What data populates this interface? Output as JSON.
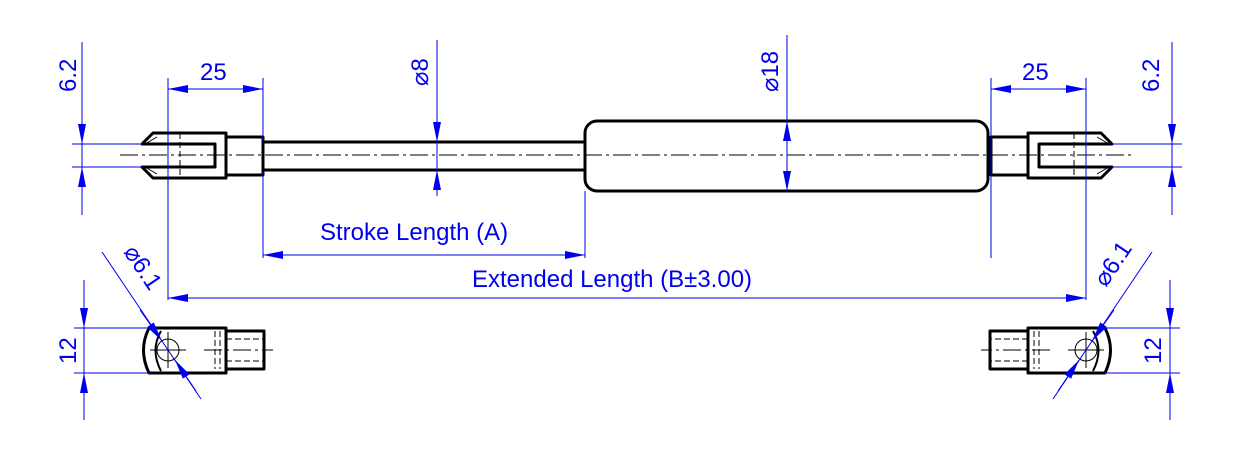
{
  "drawing": {
    "title": "Gas spring dimension drawing",
    "colors": {
      "dimension": "#0000ee",
      "object": "#000000"
    },
    "labels": {
      "pin_offset_left": "6.2",
      "pin_offset_right": "6.2",
      "clevis_length_left": "25",
      "clevis_length_right": "25",
      "rod_diameter": "⌀8",
      "body_diameter": "⌀18",
      "stroke_length": "Stroke Length (A)",
      "extended_length": "Extended Length (B±3.00)",
      "hole_diameter_left": "⌀6.1",
      "hole_diameter_right": "⌀6.1",
      "eye_width_left": "12",
      "eye_width_right": "12"
    }
  }
}
